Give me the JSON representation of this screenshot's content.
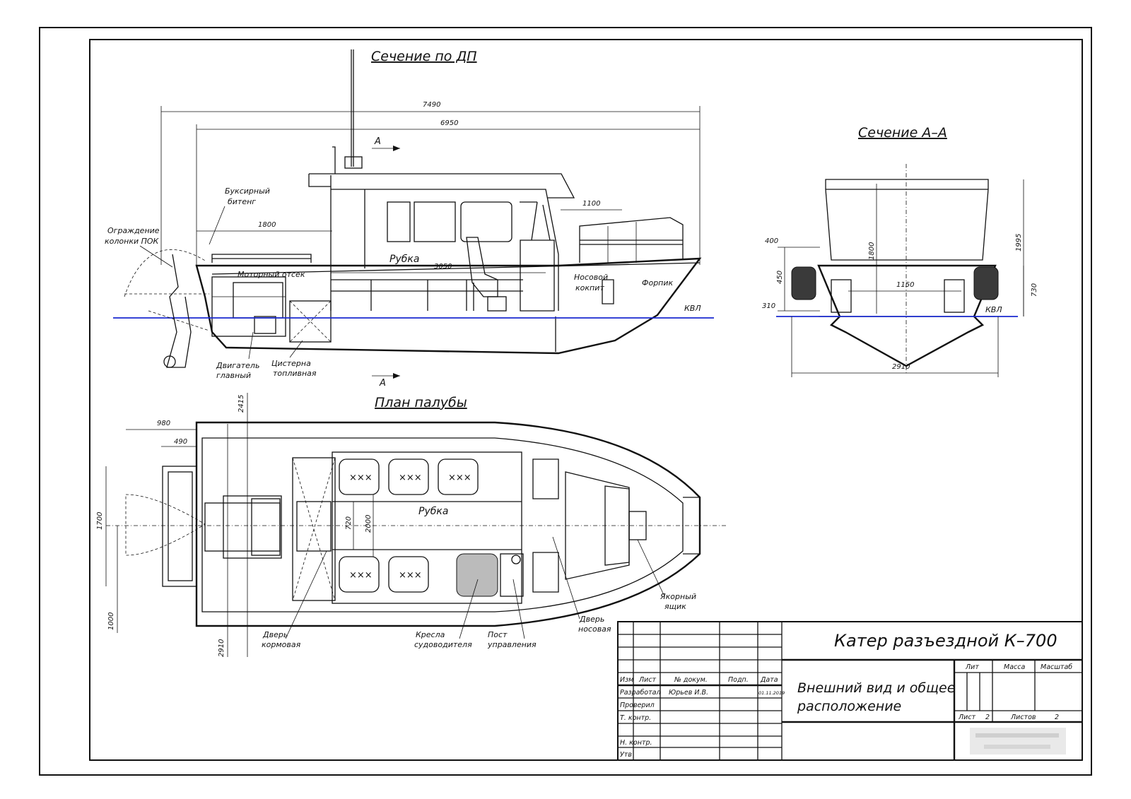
{
  "titles": {
    "section_dp": "Сечение по ДП",
    "section_aa": "Сечение А–А",
    "deck_plan": "План палубы"
  },
  "side_view": {
    "dims": {
      "overall": "7490",
      "hull": "6950",
      "d1800": "1800",
      "d1100": "1100",
      "d3050": "3050"
    },
    "section_mark": "А",
    "labels": {
      "bitt": [
        "Буксирный",
        "битенг"
      ],
      "guard": [
        "Ограждение",
        "колонки ПОК"
      ],
      "engine_room": "Моторный отсек",
      "wheelhouse": "Рубка",
      "bow_cockpit": [
        "Носовой",
        "кокпит"
      ],
      "forepeak": "Форпик",
      "waterline": "КВЛ",
      "main_engine": [
        "Двигатель",
        "главный"
      ],
      "fuel_tank": [
        "Цистерна",
        "топливная"
      ]
    }
  },
  "section_aa": {
    "dims": {
      "d1800": "1800",
      "d1995": "1995",
      "d400": "400",
      "d450": "450",
      "d310": "310",
      "d1150": "1150",
      "d730": "730",
      "d2910": "2910"
    },
    "waterline": "КВЛ"
  },
  "deck_plan": {
    "dims": {
      "d980": "980",
      "d490": "490",
      "d2415": "2415",
      "d1700": "1700",
      "d720": "720",
      "d2000": "2000",
      "d1000": "1000",
      "d2910": "2910"
    },
    "labels": {
      "wheelhouse": "Рубка",
      "anchor_box": [
        "Якорный",
        "ящик"
      ],
      "aft_door": [
        "Дверь",
        "кормовая"
      ],
      "seats": [
        "Кресла",
        "судоводителя"
      ],
      "helm": [
        "Пост",
        "управления"
      ],
      "bow_door": [
        "Дверь",
        "носовая"
      ]
    }
  },
  "title_block": {
    "name": "Катер разъездной К–700",
    "subtitle_line1": "Внешний вид и общее",
    "subtitle_line2": "расположение",
    "headers": {
      "izm": "Изм",
      "list": "Лист",
      "doc": "№ докум.",
      "sign": "Подп.",
      "date": "Дата"
    },
    "rows": {
      "developed": "Разработал",
      "developer_name": "Юрьев И.В.",
      "developed_date": "01.11.2019",
      "checked": "Проверил",
      "t_control": "Т. контр.",
      "n_control": "Н. контр.",
      "approved": "Утв"
    },
    "meta": {
      "lit": "Лит",
      "mass": "Масса",
      "scale": "Масштаб",
      "sheet_label": "Лист",
      "sheet_no": "2",
      "sheets_label": "Листов",
      "sheets_total": "2"
    }
  }
}
